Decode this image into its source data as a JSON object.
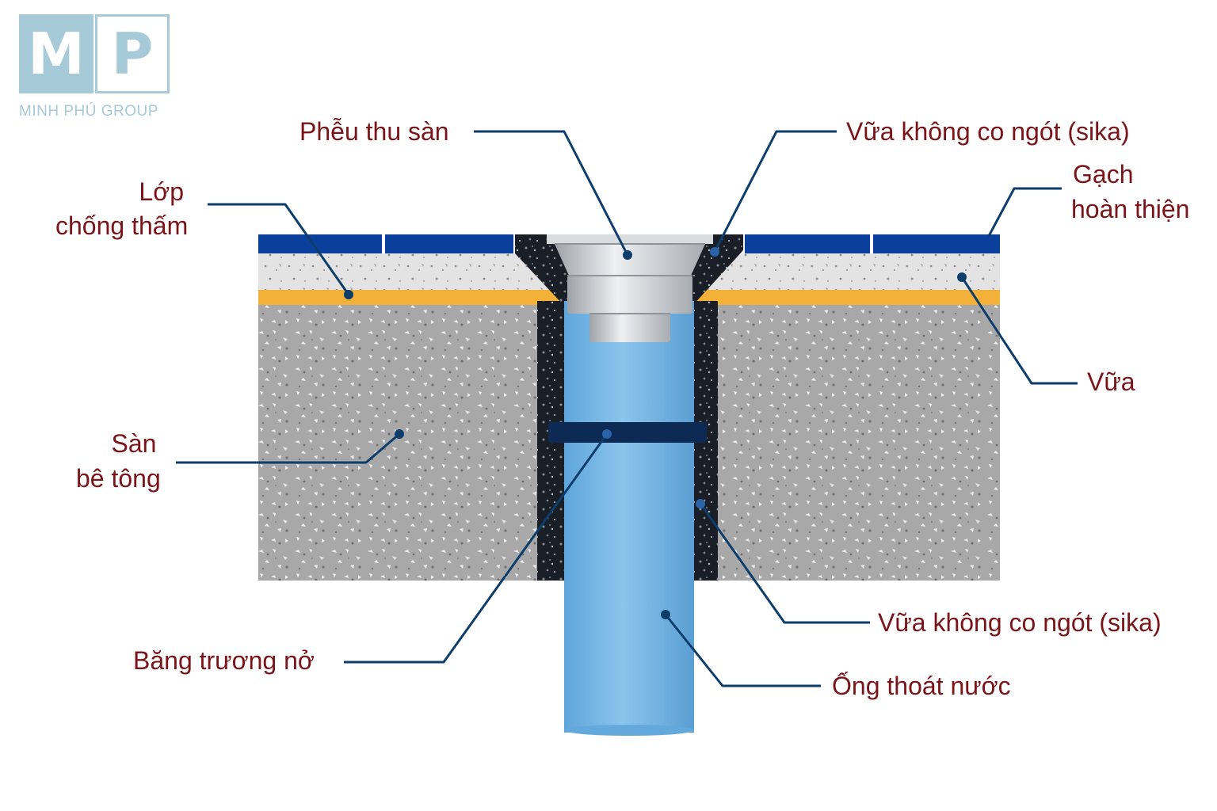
{
  "brand": {
    "logo_left": "M",
    "logo_right": "P",
    "name": "MINH PHÚ GROUP",
    "color": "#a7cad8"
  },
  "labels": {
    "pheu_thu_san": "Phễu thu sàn",
    "vua_sika_top": "Vữa không co ngót (sika)",
    "gach_line1": "Gạch",
    "gach_line2": "hoàn thiện",
    "lop_line1": "Lớp",
    "lop_line2": "chống thấm",
    "vua": "Vữa",
    "san_line1": "Sàn",
    "san_line2": "bê tông",
    "vua_sika_bottom": "Vữa không co ngót (sika)",
    "bang_truong_no": "Băng trương nở",
    "ong_thoat_nuoc": "Ống thoát nước"
  },
  "colors": {
    "label_text": "#7a1418",
    "leader_line": "#0d3d6b",
    "tile": "#0b3f9c",
    "waterproof_layer": "#f3b13a",
    "mortar": "#e4e4e4",
    "concrete": "#a9a9a9",
    "sika_grout": "#1b1f27",
    "pipe": "#79b6e3",
    "swelling_band": "#0d2a55",
    "drain_metal": "#c9cdd2"
  }
}
